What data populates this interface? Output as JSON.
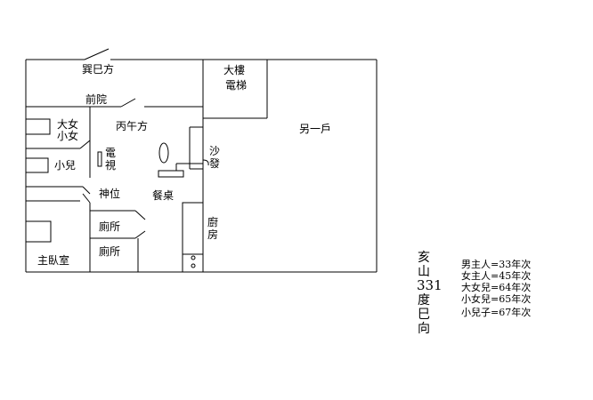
{
  "rooms": {
    "xun_si": "巽巳方",
    "qian_yuan": "前院",
    "bing_wu": "丙午方",
    "da_nu": "大女",
    "xiao_nu": "小女",
    "xiao_er": "小兒",
    "dian_shi": [
      "電",
      "視"
    ],
    "shen_wei": "神位",
    "can_zhuo": "餐桌",
    "sha_fa": [
      "沙",
      "發"
    ],
    "chu_fang": [
      "廚",
      "房"
    ],
    "ce_suo_1": "廁所",
    "ce_suo_2": "廁所",
    "zhu_wo": "主臥室",
    "da_lou": "大樓",
    "dian_ti": "電梯",
    "ling_yi_hu": "另一戶"
  },
  "orientation": [
    "亥",
    "山",
    "331",
    "度",
    "巳",
    "向"
  ],
  "occupants": [
    "男主人=33年次",
    "女主人=45年次",
    "大女兒=64年次",
    "小女兒=65年次",
    "小兒子=67年次"
  ]
}
